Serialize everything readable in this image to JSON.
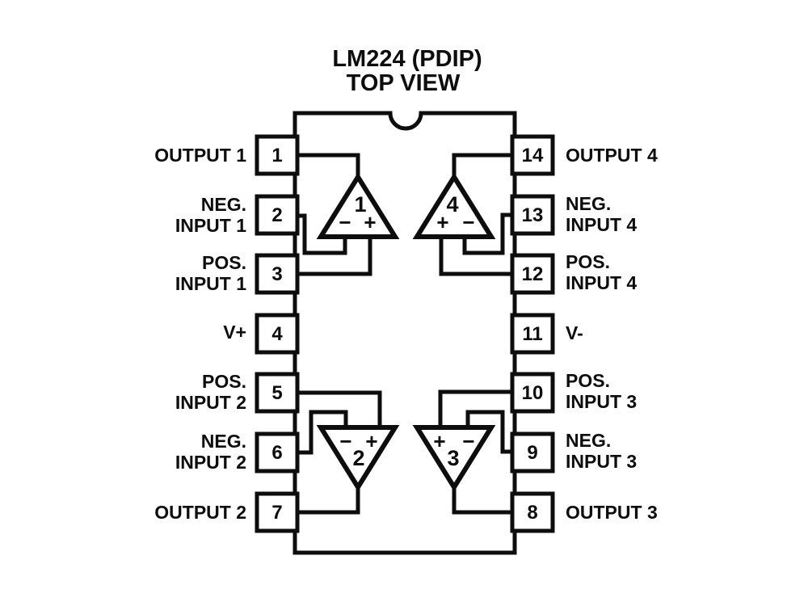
{
  "header": {
    "title": "LM224 (PDIP)",
    "subtitle": "TOP VIEW"
  },
  "diagram": {
    "type": "ic-pinout-top-view",
    "device": "LM224",
    "package": "PDIP",
    "pin_count": 14,
    "colors": {
      "line": "#0d0d0d",
      "background": "#ffffff"
    },
    "pins_left": [
      {
        "num": "1",
        "line1": "OUTPUT 1",
        "line2": ""
      },
      {
        "num": "2",
        "line1": "NEG.",
        "line2": "INPUT 1"
      },
      {
        "num": "3",
        "line1": "POS.",
        "line2": "INPUT 1"
      },
      {
        "num": "4",
        "line1": "V+",
        "line2": ""
      },
      {
        "num": "5",
        "line1": "POS.",
        "line2": "INPUT 2"
      },
      {
        "num": "6",
        "line1": "NEG.",
        "line2": "INPUT 2"
      },
      {
        "num": "7",
        "line1": "OUTPUT 2",
        "line2": ""
      }
    ],
    "pins_right": [
      {
        "num": "14",
        "line1": "OUTPUT 4",
        "line2": ""
      },
      {
        "num": "13",
        "line1": "NEG.",
        "line2": "INPUT 4"
      },
      {
        "num": "12",
        "line1": "POS.",
        "line2": "INPUT 4"
      },
      {
        "num": "11",
        "line1": "V-",
        "line2": ""
      },
      {
        "num": "10",
        "line1": "POS.",
        "line2": "INPUT 3"
      },
      {
        "num": "9",
        "line1": "NEG.",
        "line2": "INPUT 3"
      },
      {
        "num": "8",
        "line1": "OUTPUT 3",
        "line2": ""
      }
    ],
    "opamps": [
      {
        "num": "1",
        "left_sign": "−",
        "right_sign": "+"
      },
      {
        "num": "4",
        "left_sign": "+",
        "right_sign": "−"
      },
      {
        "num": "2",
        "left_sign": "−",
        "right_sign": "+"
      },
      {
        "num": "3",
        "left_sign": "+",
        "right_sign": "−"
      }
    ]
  }
}
